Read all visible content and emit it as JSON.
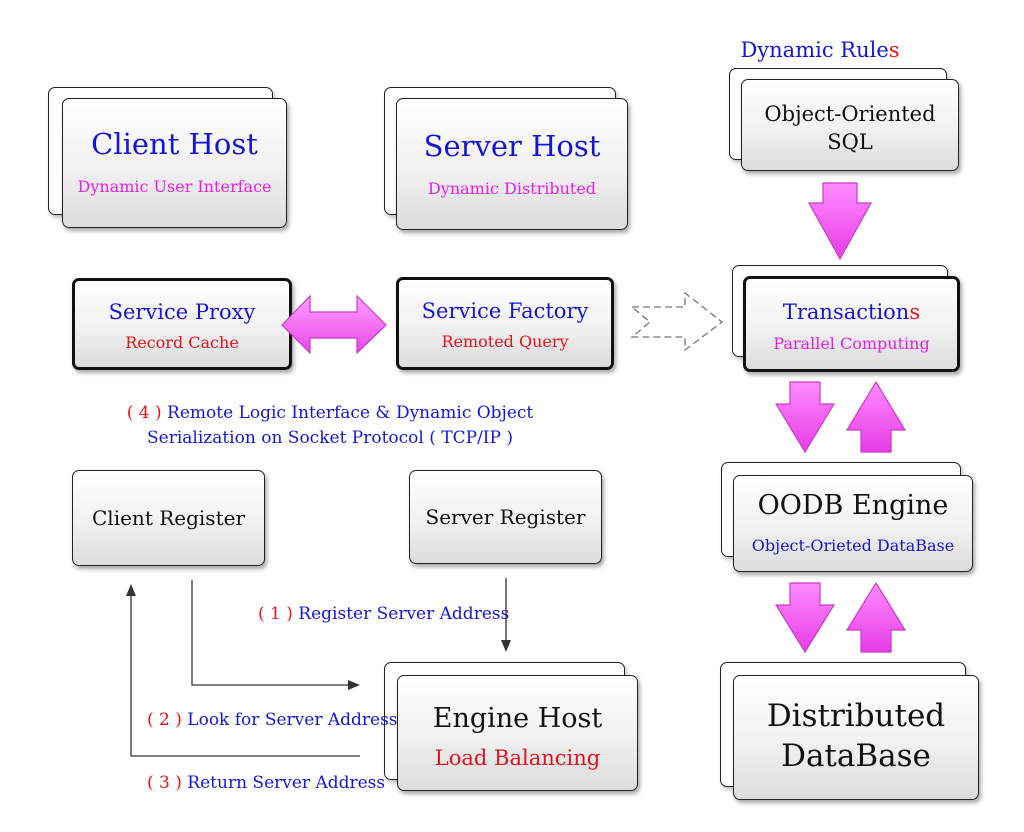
{
  "title": {
    "text": "Dynamic Rule",
    "suffix": "s"
  },
  "nodes": {
    "client_host": {
      "title": "Client Host",
      "subtitle": "Dynamic User Interface"
    },
    "server_host": {
      "title": "Server Host",
      "subtitle": "Dynamic Distributed"
    },
    "oo_sql": {
      "line1": "Object-Oriented",
      "line2": "SQL"
    },
    "service_proxy": {
      "title": "Service Proxy",
      "subtitle": "Record Cache"
    },
    "service_factory": {
      "title": "Service Factory",
      "subtitle": "Remoted Query"
    },
    "transactions": {
      "title": "Transaction",
      "title_suffix": "s",
      "subtitle": "Parallel Computing"
    },
    "client_register": {
      "title": "Client Register"
    },
    "server_register": {
      "title": "Server Register"
    },
    "oodb_engine": {
      "title": "OODB Engine",
      "subtitle": "Object-Orieted DataBase"
    },
    "engine_host": {
      "title": "Engine Host",
      "subtitle": "Load Balancing"
    },
    "distributed_db": {
      "line1": "Distributed",
      "line2": "DataBase"
    }
  },
  "annotations": {
    "remote_logic": {
      "num": "( 4 )",
      "line1": "Remote Logic Interface & Dynamic Object",
      "line2": "Serialization on Socket Protocol ( TCP/IP )"
    },
    "register": {
      "num": "( 1 )",
      "text": "Register Server Address"
    },
    "look_for": {
      "num": "( 2 )",
      "text": "Look for Server Address"
    },
    "return": {
      "num": "( 3 )",
      "text": "Return Server Address"
    }
  },
  "colors": {
    "red": "#e8101a",
    "blue": "#1515d8",
    "magenta": "#e81ee8",
    "arrow_fill": "#f25cf2",
    "arrow_stroke": "#c83ac8"
  }
}
